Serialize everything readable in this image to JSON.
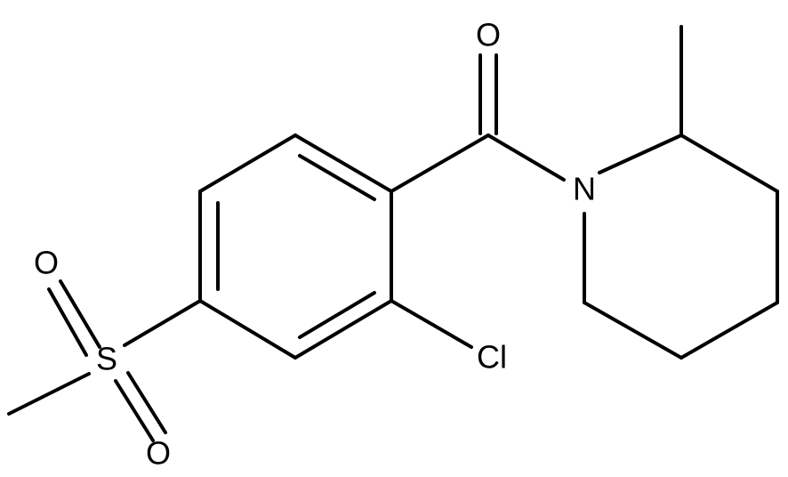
{
  "molecule": {
    "atom_labels": {
      "carbonyl_oxygen": "O",
      "nitrogen": "N",
      "chlorine": "Cl",
      "sulfur": "S",
      "sulfonyl_oxygen_top": "O",
      "sulfonyl_oxygen_bottom": "O"
    },
    "colors": {
      "bond": "#000000",
      "label": "#000000",
      "background": "#ffffff"
    }
  }
}
